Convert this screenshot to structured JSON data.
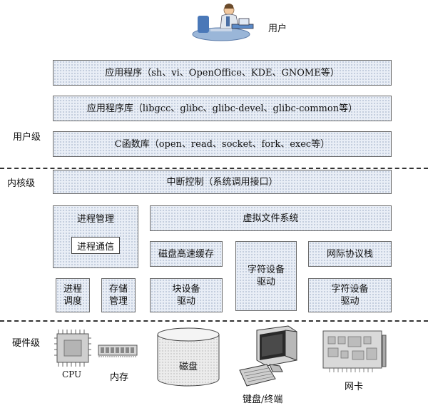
{
  "user": {
    "label": "用户"
  },
  "levels": {
    "user": "用户级",
    "kernel": "内核级",
    "hardware": "硬件级"
  },
  "user_space": {
    "apps": "应用程序（sh、vi、OpenOffice、KDE、GNOME等）",
    "libs": "应用程序库（libgcc、glibc、glibc-devel、glibc-common等）",
    "clib": "C函数库（open、read、socket、fork、exec等）"
  },
  "kernel": {
    "syscall": "中断控制（系统调用接口）",
    "proc_mgmt": "进程管理",
    "ipc": "进程通信",
    "vfs": "虚拟文件系统",
    "disk_cache": "磁盘高速缓存",
    "char_dev_1": "字符设备\n驱动",
    "net_stack": "网际协议栈",
    "sched": "进程\n调度",
    "mem_mgmt": "存储\n管理",
    "block_dev": "块设备\n驱动",
    "char_dev_2": "字符设备\n驱动"
  },
  "hardware": {
    "cpu": "CPU",
    "memory": "内存",
    "disk": "磁盘",
    "keyboard_terminal": "键盘/终端",
    "nic": "网卡"
  }
}
